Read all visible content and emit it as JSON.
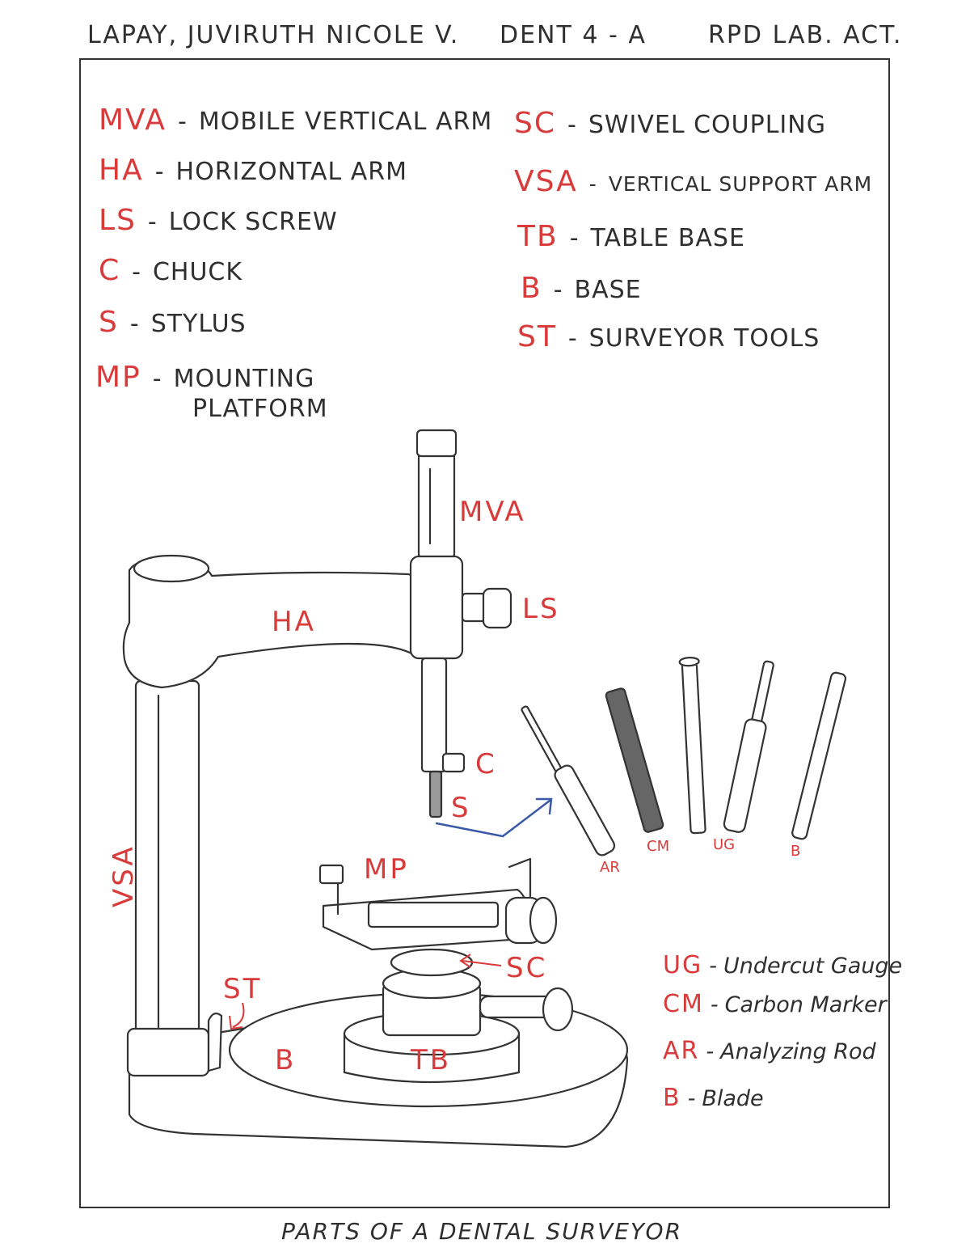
{
  "header": {
    "name": "LAPAY, JUVIRUTH NICOLE V.",
    "section": "DENT 4 - A",
    "activity": "RPD LAB. ACT."
  },
  "legend_left": [
    {
      "abbr": "MVA",
      "text": "MOBILE VERTICAL ARM"
    },
    {
      "abbr": "HA",
      "text": "HORIZONTAL ARM"
    },
    {
      "abbr": "LS",
      "text": "LOCK SCREW"
    },
    {
      "abbr": "C",
      "text": "CHUCK"
    },
    {
      "abbr": "S",
      "text": "STYLUS"
    },
    {
      "abbr": "MP",
      "text": "MOUNTING",
      "text2": "PLATFORM"
    }
  ],
  "legend_right": [
    {
      "abbr": "SC",
      "text": "SWIVEL COUPLING"
    },
    {
      "abbr": "VSA",
      "text": "VERTICAL SUPPORT ARM"
    },
    {
      "abbr": "TB",
      "text": "TABLE BASE"
    },
    {
      "abbr": "B",
      "text": "BASE"
    },
    {
      "abbr": "ST",
      "text": "SURVEYOR TOOLS"
    }
  ],
  "diagram_labels": {
    "mva": "MVA",
    "ha": "HA",
    "ls": "LS",
    "c": "C",
    "s": "S",
    "mp": "MP",
    "sc": "SC",
    "vsa": "VSA",
    "st": "ST",
    "b": "B",
    "tb": "TB"
  },
  "tool_labels": {
    "ar": "AR",
    "cm": "CM",
    "ug": "UG",
    "b": "B"
  },
  "tools_legend": [
    {
      "abbr": "UG",
      "text": "Undercut Gauge"
    },
    {
      "abbr": "CM",
      "text": "Carbon Marker"
    },
    {
      "abbr": "AR",
      "text": "Analyzing Rod"
    },
    {
      "abbr": "B",
      "text": "Blade"
    }
  ],
  "caption": "PARTS OF A DENTAL SURVEYOR",
  "colors": {
    "ink": "#333333",
    "label_red": "#d93a3a",
    "arrow_blue": "#3a5aa8"
  }
}
